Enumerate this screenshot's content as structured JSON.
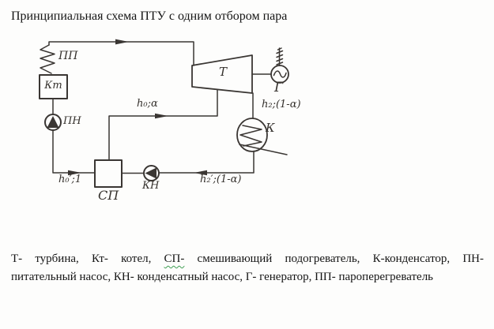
{
  "page": {
    "title": "Принципиальная схема ПТУ с одним отбором пара"
  },
  "diagram": {
    "labels": {
      "superheater": "ПП",
      "boiler": "Кт",
      "feed_pump": "ПН",
      "turbine": "Т",
      "generator": "Г",
      "condenser": "К",
      "mixing_heater": "СП",
      "condensate_pump": "КН"
    },
    "flow_labels": {
      "extraction_steam": "h₀;α",
      "turbine_exhaust": "h₂;(1-α)",
      "condensate": "h₂′;(1-α)",
      "feedwater": "h₀′;1"
    }
  },
  "legend": {
    "line1_pre": "Т- турбина, Кт- котел, ",
    "line1_marked": "СП-",
    "line1_post": " смешивающий подогреватель, К-конденсатор, ПН-",
    "line2": "питательный насос, КН- конденсатный насос, Г- генератор, ПП- пароперегреватель"
  },
  "colors": {
    "ink": "#3a3633",
    "text_color": "#151515",
    "spellcheck_squiggle": "#3f9e52"
  }
}
